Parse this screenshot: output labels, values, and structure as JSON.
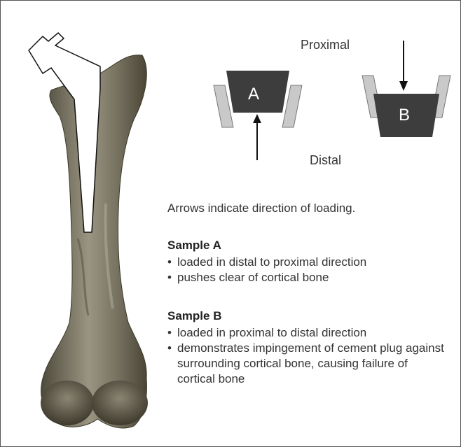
{
  "diagram": {
    "proximal_label": "Proximal",
    "distal_label": "Distal",
    "block_a_label": "A",
    "block_b_label": "B"
  },
  "note": "Arrows indicate direction of loading.",
  "samples": [
    {
      "title": "Sample A",
      "bullets": [
        "loaded in distal to proximal direction",
        "pushes clear of cortical bone"
      ]
    },
    {
      "title": "Sample B",
      "bullets": [
        "loaded in proximal to distal direction",
        "demonstrates impingement of cement plug against surrounding cortical bone, causing failure of cortical bone"
      ]
    }
  ],
  "colors": {
    "block_fill": "#3d3d3d",
    "cortical_fill": "#c9c9c9",
    "bone_dark": "#4a4636",
    "bone_light": "#8c8775"
  }
}
